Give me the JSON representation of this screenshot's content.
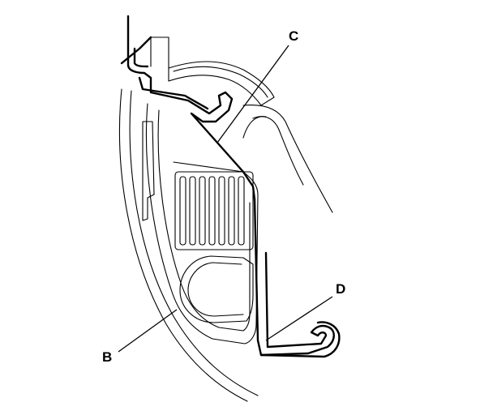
{
  "diagram": {
    "labels": {
      "c": "C",
      "d": "D",
      "b": "B"
    }
  }
}
